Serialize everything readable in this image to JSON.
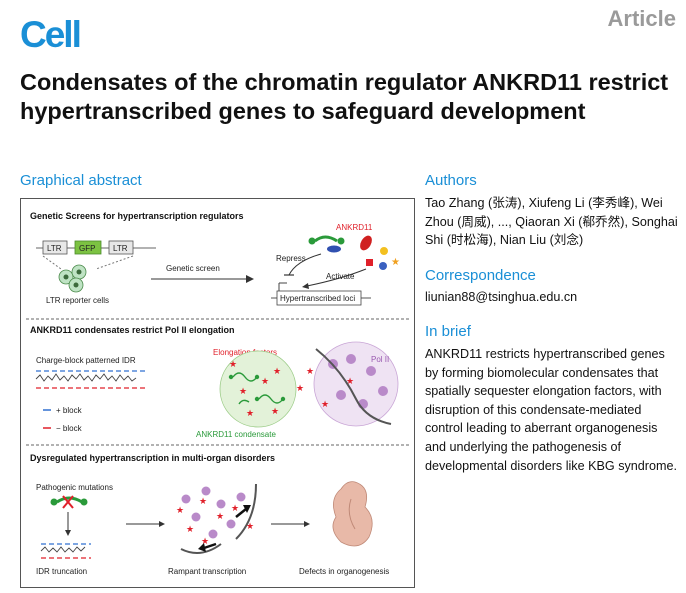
{
  "header": {
    "journal": "Cell",
    "article_type": "Article"
  },
  "title": "Condensates of the chromatin regulator ANKRD11 restrict hypertranscribed genes to safeguard development",
  "graphical_abstract": {
    "heading": "Graphical abstract",
    "panel1": {
      "heading": "Genetic Screens for hypertranscription regulators",
      "ltr1": "LTR",
      "gfp": "GFP",
      "ltr2": "LTR",
      "reporter": "LTR reporter cells",
      "screen": "Genetic screen",
      "ankrd11": "ANKRD11",
      "repress": "Repress",
      "activate": "Activate",
      "loci": "Hypertranscribed loci"
    },
    "panel2": {
      "heading": "ANKRD11 condensates restrict Pol II elongation",
      "idr": "Charge-block patterned IDR",
      "plus_block": "+ block",
      "minus_block": "− block",
      "elongation": "Elongation factors",
      "pol2": "Pol II",
      "condensate": "ANKRD11 condensate"
    },
    "panel3": {
      "heading": "Dysregulated hypertranscription in multi-organ disorders",
      "mutations": "Pathogenic mutations",
      "truncation": "IDR truncation",
      "rampant": "Rampant transcription",
      "defects": "Defects in organogenesis"
    }
  },
  "authors": {
    "heading": "Authors",
    "text": "Tao Zhang (张涛), Xiufeng Li (李秀峰), Wei Zhou (周威), ..., Qiaoran Xi (郗乔然), Songhai Shi (时松海), Nian Liu (刘念)"
  },
  "correspondence": {
    "heading": "Correspondence",
    "email": "liunian88@tsinghua.edu.cn"
  },
  "in_brief": {
    "heading": "In brief",
    "text": "ANKRD11 restricts hypertranscribed genes by forming biomolecular condensates that spatially sequester elongation factors, with disruption of this condensate-mediated control leading to aberrant organogenesis and underlying the pathogenesis of developmental disorders like KBG syndrome."
  },
  "colors": {
    "brand": "#1a8fd6",
    "accent_green": "#3aa84a",
    "elongation_red": "#e0202a",
    "pol2_purple": "#b98ac9"
  }
}
